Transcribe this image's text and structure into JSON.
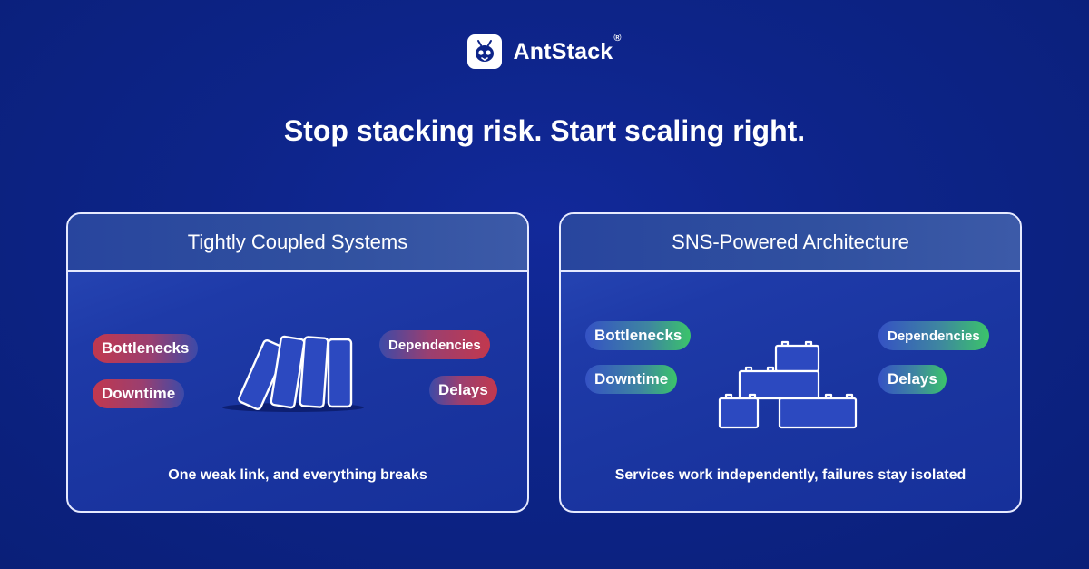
{
  "brand": {
    "name": "AntStack",
    "reg": "®",
    "logo_icon": "ant-icon"
  },
  "headline": "Stop stacking risk. Start scaling right.",
  "colors": {
    "background": "#0d2488",
    "red_tag": "#c2384e",
    "green_tag": "#3bc46a",
    "border": "#e6eaff"
  },
  "left_panel": {
    "title": "Tightly Coupled Systems",
    "tags": [
      "Bottlenecks",
      "Downtime",
      "Dependencies",
      "Delays"
    ],
    "illustration": "falling-dominoes-icon",
    "caption": "One weak link, and everything breaks"
  },
  "right_panel": {
    "title": "SNS-Powered Architecture",
    "tags": [
      "Bottlenecks",
      "Downtime",
      "Dependencies",
      "Delays"
    ],
    "illustration": "stacked-blocks-icon",
    "caption": "Services work independently, failures stay isolated"
  }
}
